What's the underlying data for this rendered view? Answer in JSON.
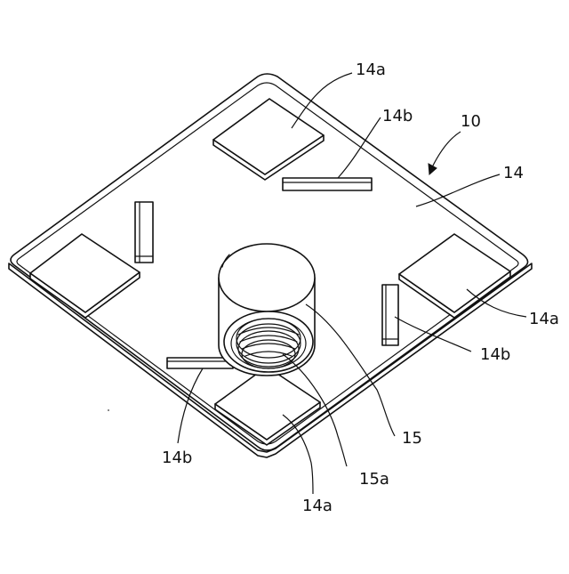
{
  "figure": {
    "labels": {
      "assembly": "10",
      "plate": "14",
      "pad_top": "14a",
      "pad_right": "14a",
      "pad_bottom": "14a",
      "rib_top": "14b",
      "rib_right": "14b",
      "rib_left": "14b",
      "boss": "15",
      "thread": "15a"
    }
  }
}
